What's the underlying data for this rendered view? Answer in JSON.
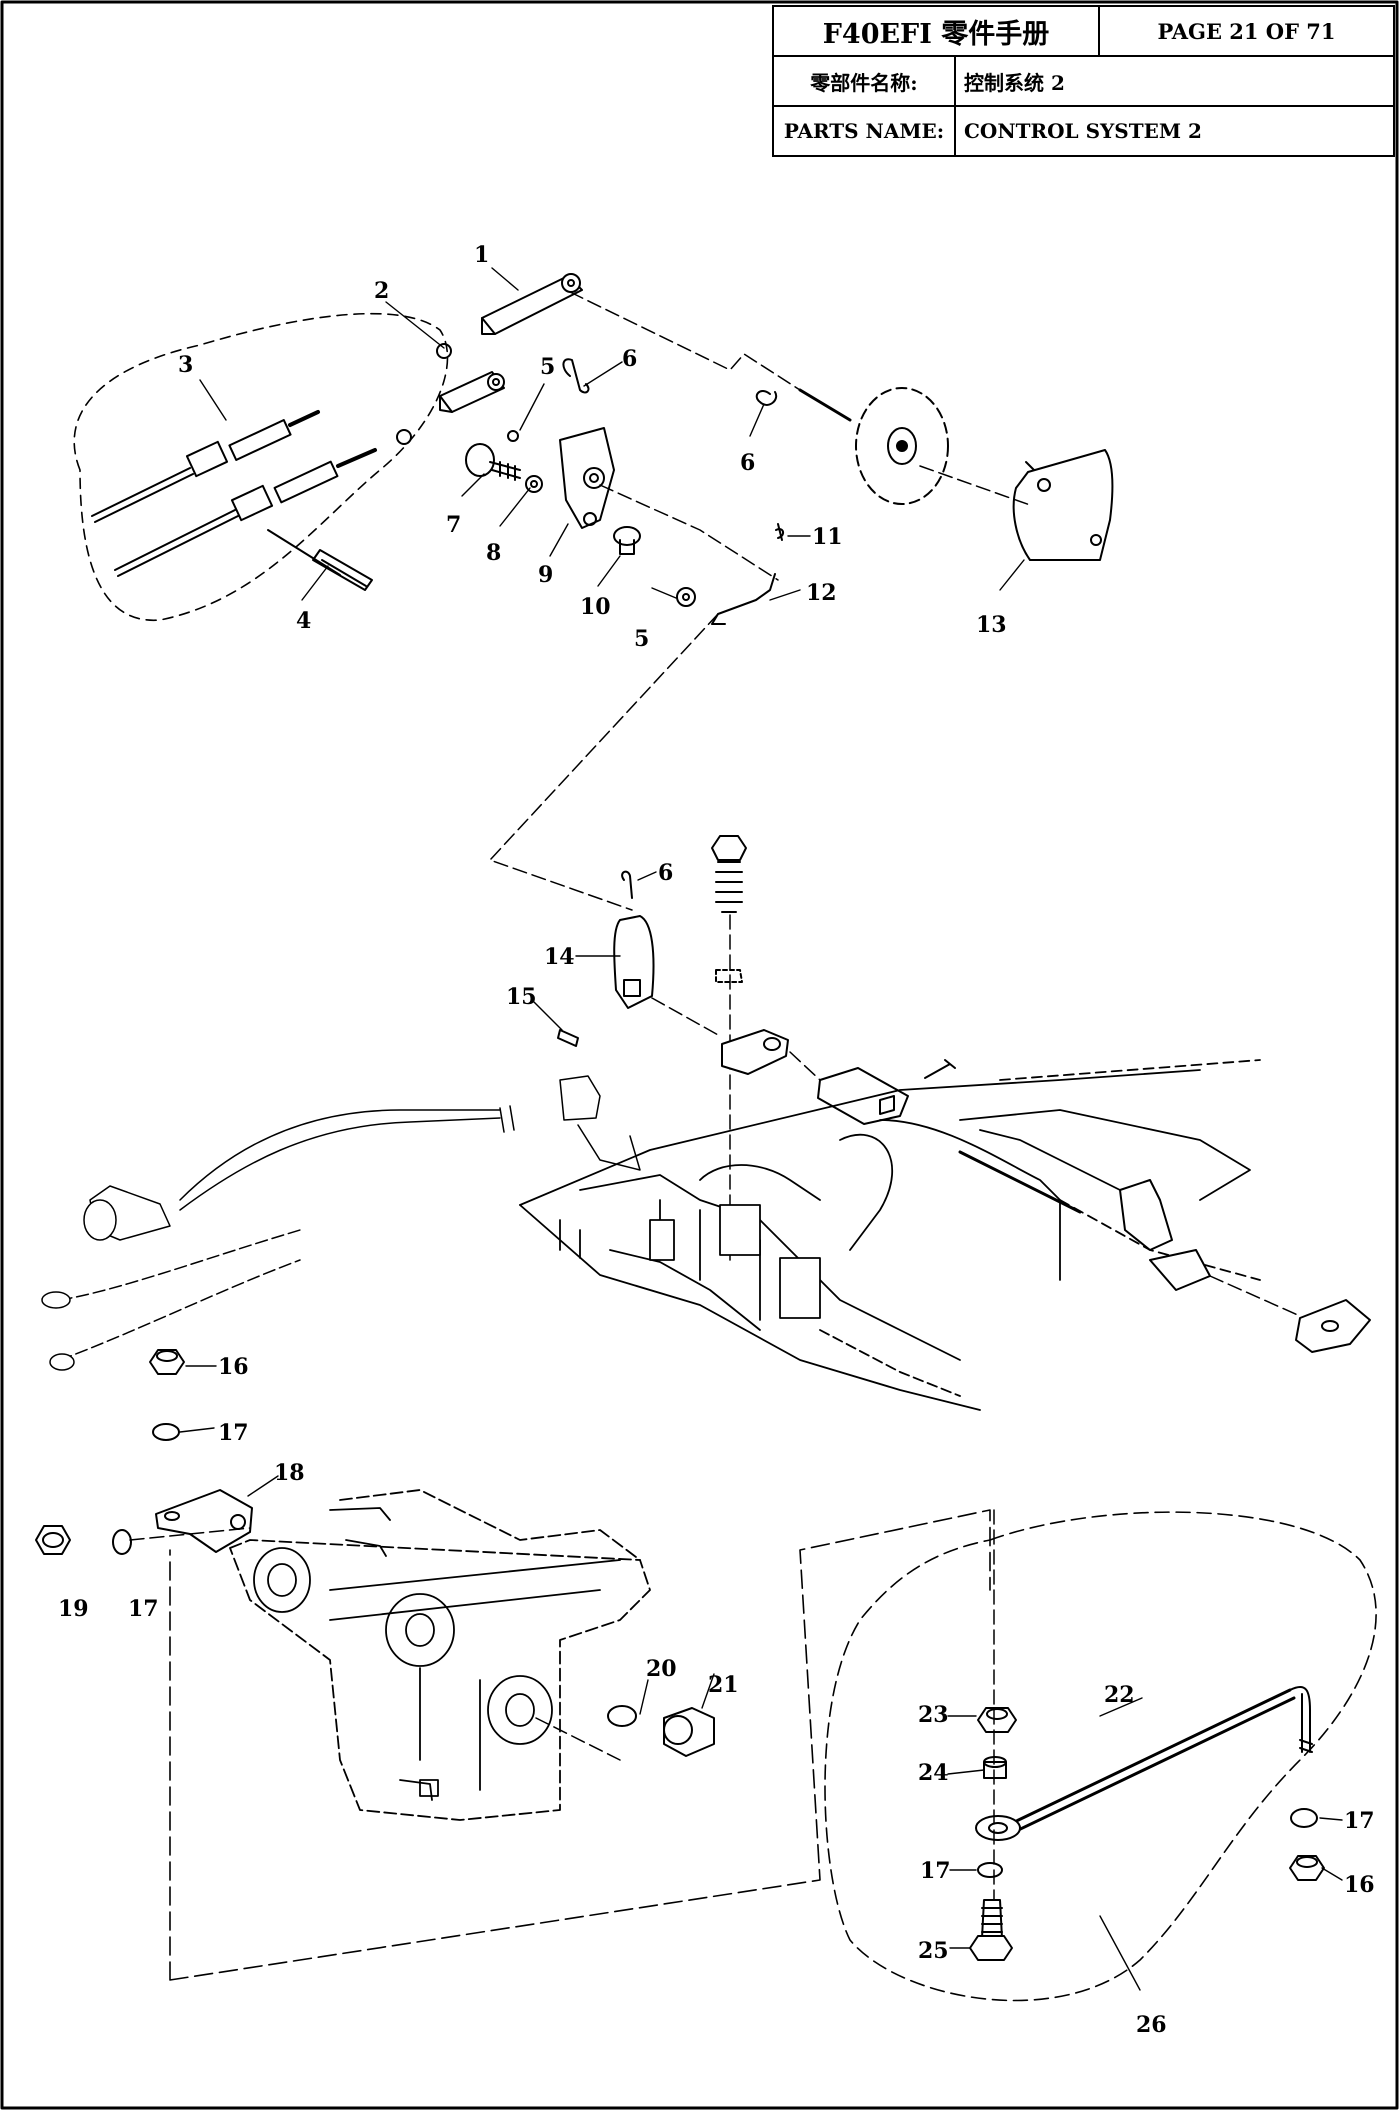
{
  "title_block": {
    "title": "F40EFI 零件手册",
    "page": "PAGE 21 OF 71",
    "name_label_cn": "零部件名称:",
    "name_value_cn": "控制系统 2",
    "name_label_en": "PARTS NAME:",
    "name_value_en": "CONTROL SYSTEM 2"
  },
  "callouts": {
    "c1": "1",
    "c2": "2",
    "c3": "3",
    "c4": "4",
    "c5a": "5",
    "c5b": "5",
    "c6a": "6",
    "c6b": "6",
    "c6c": "6",
    "c7": "7",
    "c8": "8",
    "c9": "9",
    "c10": "10",
    "c11": "11",
    "c12": "12",
    "c13": "13",
    "c14": "14",
    "c15": "15",
    "c16a": "16",
    "c16b": "16",
    "c17a": "17",
    "c17b": "17",
    "c17c": "17",
    "c17d": "17",
    "c18": "18",
    "c19": "19",
    "c20": "20",
    "c21": "21",
    "c22": "22",
    "c23": "23",
    "c24": "24",
    "c25": "25",
    "c26": "26"
  },
  "colors": {
    "ink": "#000000",
    "paper": "#ffffff",
    "shade": "#cfcfcf"
  }
}
